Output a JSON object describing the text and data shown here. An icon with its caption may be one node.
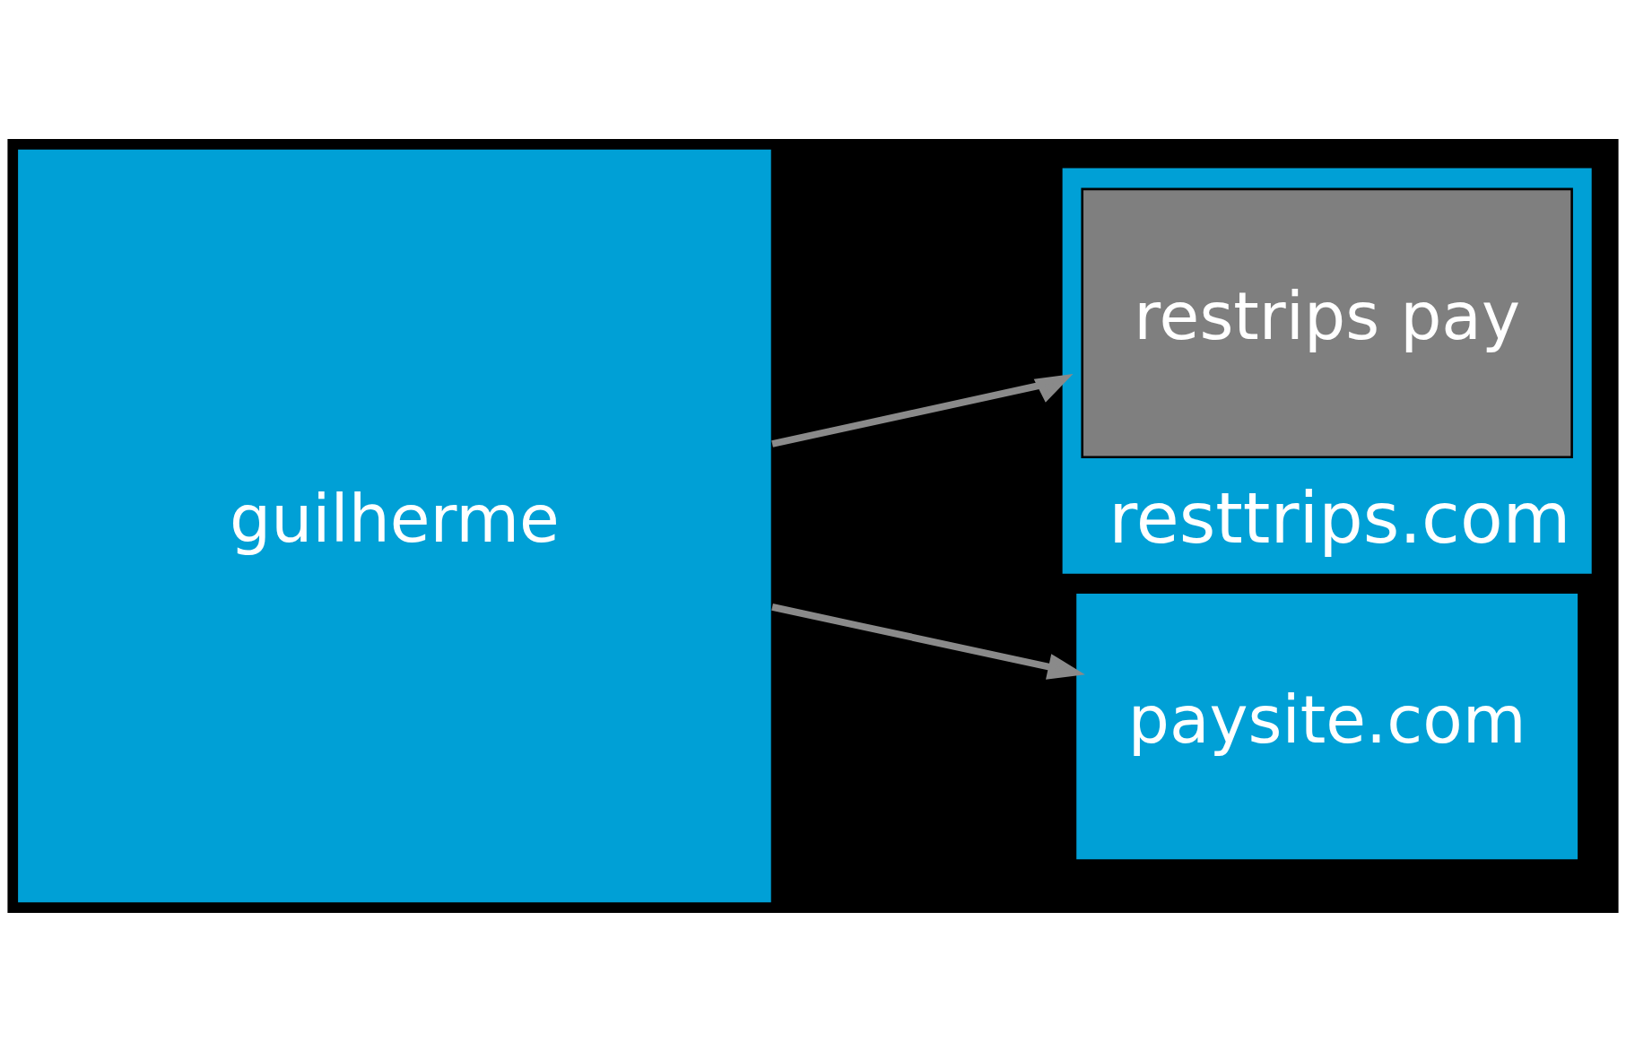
{
  "diagram": {
    "nodes": [
      {
        "text": [
          "guilherme"
        ]
      },
      {
        "text": [
          "resttrips.com"
        ]
      },
      {
        "text": [
          "restrips pay"
        ],
        "in": 1
      },
      {
        "text": [
          "paysite.com"
        ]
      }
    ],
    "edges": [
      {
        "from": 0,
        "to": 1,
        "arrow": "to"
      },
      {
        "from": 0,
        "to": 3,
        "arrow": "to"
      }
    ]
  }
}
